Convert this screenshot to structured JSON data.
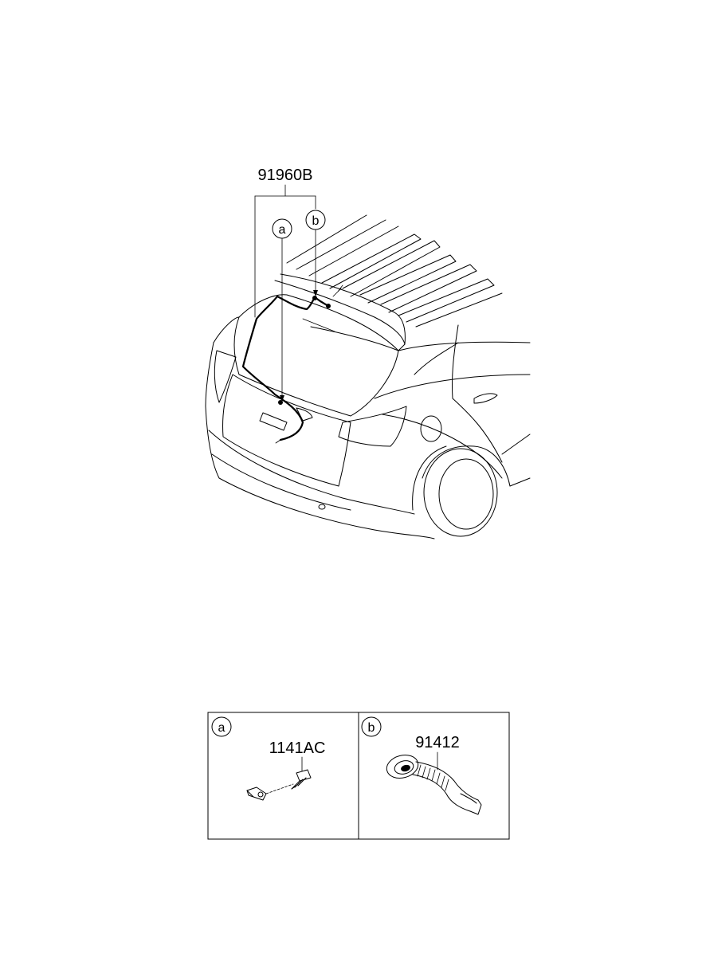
{
  "main_diagram": {
    "part_number": "91960B",
    "callouts": [
      "a",
      "b"
    ]
  },
  "detail_panels": [
    {
      "letter": "a",
      "part_number": "1141AC"
    },
    {
      "letter": "b",
      "part_number": "91412"
    }
  ],
  "colors": {
    "line": "#000000",
    "background": "#ffffff"
  }
}
